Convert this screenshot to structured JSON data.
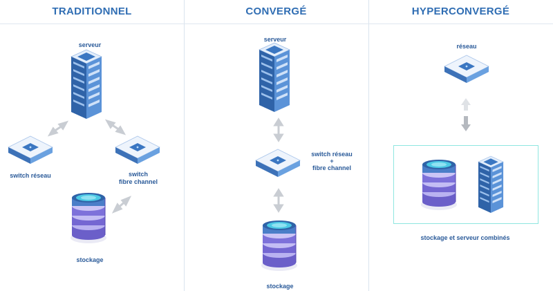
{
  "sections": {
    "traditionnel": {
      "title": "TRADITIONNEL",
      "serveur": "serveur",
      "switch_reseau": "switch réseau",
      "switch_fc_1": "switch",
      "switch_fc_2": "fibre channel",
      "stockage": "stockage"
    },
    "converge": {
      "title": "CONVERGÉ",
      "serveur": "serveur",
      "switch_1": "switch réseau",
      "switch_2": "+",
      "switch_3": "fibre channel",
      "stockage": "stockage"
    },
    "hyperconverge": {
      "title": "HYPERCONVERGÉ",
      "reseau": "réseau",
      "combined": "stockage et serveur combinés"
    }
  },
  "colors": {
    "title": "#2f6db3",
    "label": "#2a5a99",
    "device_blue": "#3d78c2",
    "device_light": "#dbe8f7",
    "storage_purple": "#7a6fd6",
    "storage_cyan": "#4cc9e4",
    "arrow": "#c9cdd3",
    "combo_border": "#8ee6e0"
  }
}
